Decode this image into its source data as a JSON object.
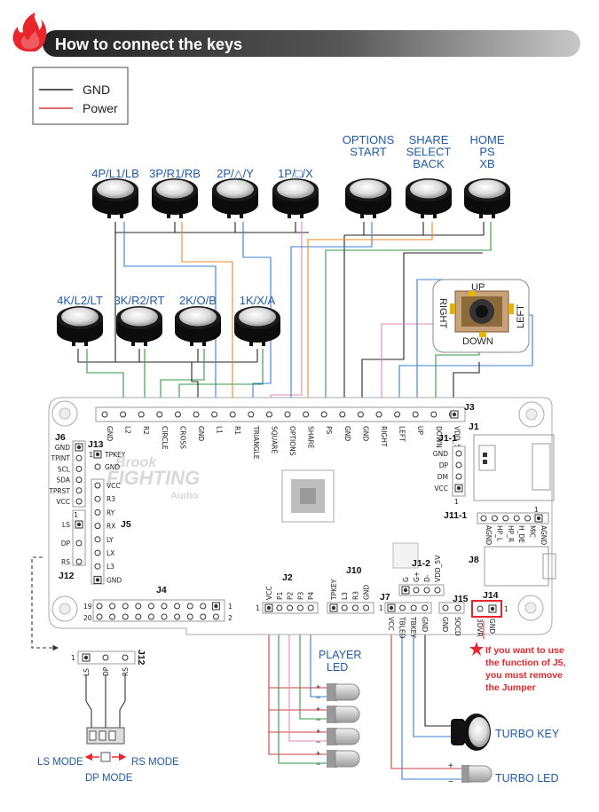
{
  "title": "How to connect the keys",
  "legend": {
    "gnd": "GND",
    "power": "Power"
  },
  "colors": {
    "accent": "#e8262b",
    "label_blue": "#1f5aa6",
    "gnd_wire": "#222222",
    "power_wire": "#d23c3c"
  },
  "buttons_top": [
    "4P/L1/LB",
    "3P/R1/RB",
    "2P/△/Y",
    "1P/□/X"
  ],
  "buttons_bottom": [
    "4K/L2/LT",
    "3K/R2/RT",
    "2K/O/B",
    "1K/X/A"
  ],
  "buttons_right": [
    {
      "l1": "OPTIONS",
      "l2": "START",
      "l3": ""
    },
    {
      "l1": "SHARE",
      "l2": "SELECT",
      "l3": "BACK"
    },
    {
      "l1": "HOME",
      "l2": "PS",
      "l3": "XB"
    }
  ],
  "joystick": {
    "up": "UP",
    "down": "DOWN",
    "left": "LEFT",
    "right": "RIGHT"
  },
  "j3": {
    "name": "J3",
    "pins": [
      "GND",
      "L2",
      "R2",
      "CIRCLE",
      "CROSS",
      "GND",
      "L1",
      "R1",
      "TRIANGLE",
      "SQUARE",
      "OPTIONS",
      "SHARE",
      "PS",
      "GND",
      "GND",
      "RIGHT",
      "LEFT",
      "UP",
      "DOWN",
      "VDD_5V"
    ]
  },
  "j6": {
    "name": "J6",
    "pins": [
      "GND",
      "TPINT",
      "SCL",
      "SDA",
      "TPRST",
      "VCC"
    ]
  },
  "j13": {
    "name": "J13",
    "pins": [
      "TPKEY",
      "GND"
    ]
  },
  "j5": {
    "name": "J5",
    "pins": [
      "VCC",
      "R3",
      "RY",
      "RX",
      "LY",
      "LX",
      "L3",
      "GND"
    ]
  },
  "j12": {
    "name": "J12",
    "pins": [
      "LS",
      "DP",
      "RS"
    ]
  },
  "j1_1": {
    "name": "J1-1",
    "pins": [
      "GND",
      "DP",
      "DM",
      "VCC"
    ]
  },
  "j1": {
    "name": "J1"
  },
  "j11_1": {
    "name": "J11-1",
    "pins": [
      "AGND",
      "HP_L",
      "HP_R",
      "H_DE",
      "MIC",
      "AGND"
    ]
  },
  "j8": {
    "name": "J8"
  },
  "j4": {
    "name": "J4",
    "rows": [
      "19",
      "20"
    ],
    "ends": [
      "1",
      "2"
    ]
  },
  "j2": {
    "name": "J2",
    "pins": [
      "VCC",
      "P1",
      "P2",
      "P3",
      "P4"
    ]
  },
  "j10": {
    "name": "J10",
    "pins": [
      "TPKEY",
      "L3",
      "R3",
      "GND"
    ]
  },
  "j1_2": {
    "name": "J1-2",
    "pins": [
      "G",
      "G+",
      "D-",
      "VDD_5V"
    ]
  },
  "j7": {
    "name": "J7",
    "pins": [
      "VCC",
      "TBLED",
      "TBKEY",
      "GND"
    ]
  },
  "j15": {
    "name": "J15",
    "pins": [
      "SOCD"
    ]
  },
  "j14": {
    "name": "J14",
    "pins": [
      "3DVR",
      "GND"
    ]
  },
  "pin_one": "1",
  "player_led": {
    "l1": "PLAYER",
    "l2": "LED"
  },
  "turbo_key": "TURBO KEY",
  "turbo_led": "TURBO LED",
  "polarity": {
    "plus": "+",
    "minus": "−"
  },
  "note": {
    "l1": "If you want to use",
    "l2": "the function of J5,",
    "l3": "you must remove",
    "l4": "the Jumper"
  },
  "modes": {
    "ls": "LS MODE",
    "rs": "RS MODE",
    "dp": "DP MODE"
  },
  "watermark": {
    "l1": "Brook",
    "l2": "FIGHTING",
    "l3": "Audio"
  }
}
